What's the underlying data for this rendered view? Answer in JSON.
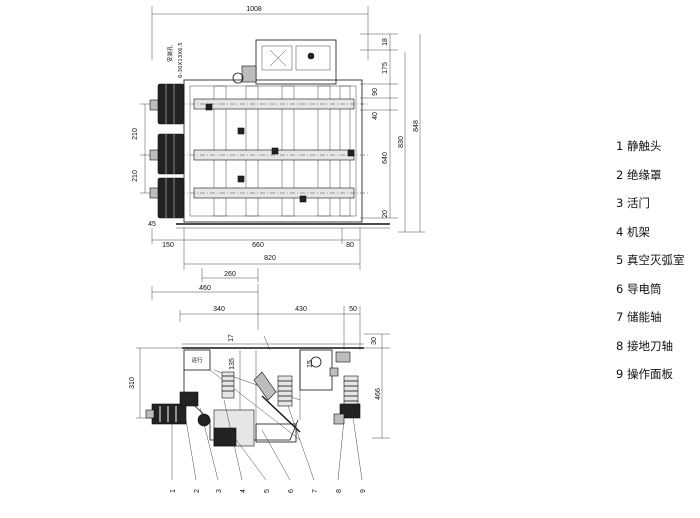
{
  "top_view": {
    "dims": {
      "width_total": "1008",
      "hole_label": "安装孔",
      "hole_spec": "6-30X13X6.5",
      "d18": "18",
      "d175": "175",
      "d90": "90",
      "d40": "40",
      "d640": "640",
      "d830": "830",
      "d848": "848",
      "d20": "20",
      "d210a": "210",
      "d210b": "210",
      "d45": "45",
      "d150": "150",
      "d660": "660",
      "d80": "80",
      "d820": "820",
      "d260": "260"
    }
  },
  "side_view": {
    "dims": {
      "d460": "460",
      "d340": "340",
      "d430": "430",
      "d50": "50",
      "d17": "17",
      "d30": "30",
      "d135": "135",
      "d15": "15",
      "d310": "310",
      "d466": "466",
      "panel_text": "运行"
    },
    "callouts": [
      "1",
      "2",
      "3",
      "4",
      "5",
      "6",
      "7",
      "8",
      "9"
    ]
  },
  "legend": [
    {
      "num": "1",
      "label": "静触头"
    },
    {
      "num": "2",
      "label": "绝缘罩"
    },
    {
      "num": "3",
      "label": "活门"
    },
    {
      "num": "4",
      "label": "机架"
    },
    {
      "num": "5",
      "label": "真空灭弧室"
    },
    {
      "num": "6",
      "label": "导电筒"
    },
    {
      "num": "7",
      "label": "储能轴"
    },
    {
      "num": "8",
      "label": "接地刀轴"
    },
    {
      "num": "9",
      "label": "操作面板"
    }
  ]
}
